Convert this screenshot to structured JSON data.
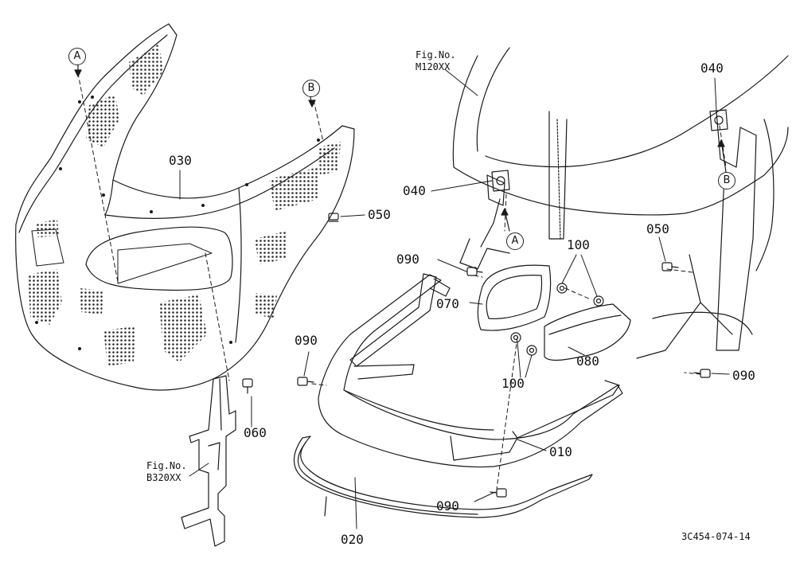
{
  "figure_refs": [
    {
      "id": "m120",
      "line1": "Fig.No.",
      "line2": "M120XX"
    },
    {
      "id": "b320",
      "line1": "Fig.No.",
      "line2": "B320XX"
    }
  ],
  "part_numbers": {
    "p030": "030",
    "p050a": "050",
    "p060": "060",
    "p040a": "040",
    "p040b": "040",
    "p090a": "090",
    "p070": "070",
    "p100a": "100",
    "p050b": "050",
    "p090b": "090",
    "p080": "080",
    "p100b": "100",
    "p090c": "090",
    "p010": "010",
    "p090d": "090",
    "p020": "020"
  },
  "markers": {
    "a1": "A",
    "b1": "B",
    "a2": "A",
    "b2": "B"
  },
  "drawing_code": "3C454-074-14",
  "colors": {
    "line": "#1a1a1a",
    "mesh": "#2a2a2a",
    "background": "#ffffff"
  }
}
